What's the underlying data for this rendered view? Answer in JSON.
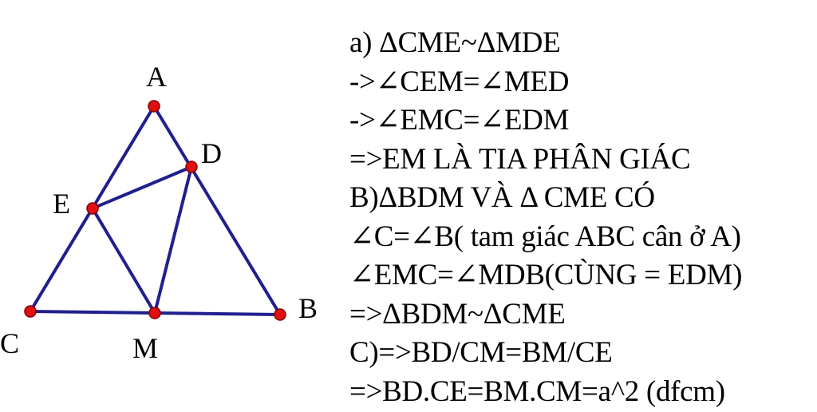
{
  "colors": {
    "segment": "#1f1f8f",
    "point_fill": "#e01010",
    "point_stroke": "#8a0000",
    "text": "#000000"
  },
  "figure": {
    "points": {
      "A": "A",
      "B": "B",
      "C": "C",
      "D": "D",
      "E": "E",
      "M": "M"
    }
  },
  "solution": {
    "lines": [
      "a) ΔCME~ΔMDE",
      "->∠CEM=∠MED",
      "->∠EMC=∠EDM",
      "=>EM LÀ TIA PHÂN GIÁC",
      "B)ΔBDM VÀ Δ CME CÓ",
      "∠C=∠B( tam giác ABC cân ở A)",
      "∠EMC=∠MDB(CÙNG = EDM)",
      "=>ΔBDM~ΔCME",
      "C)=>BD/CM=BM/CE",
      "=>BD.CE=BM.CM=a^2 (dfcm)"
    ]
  }
}
